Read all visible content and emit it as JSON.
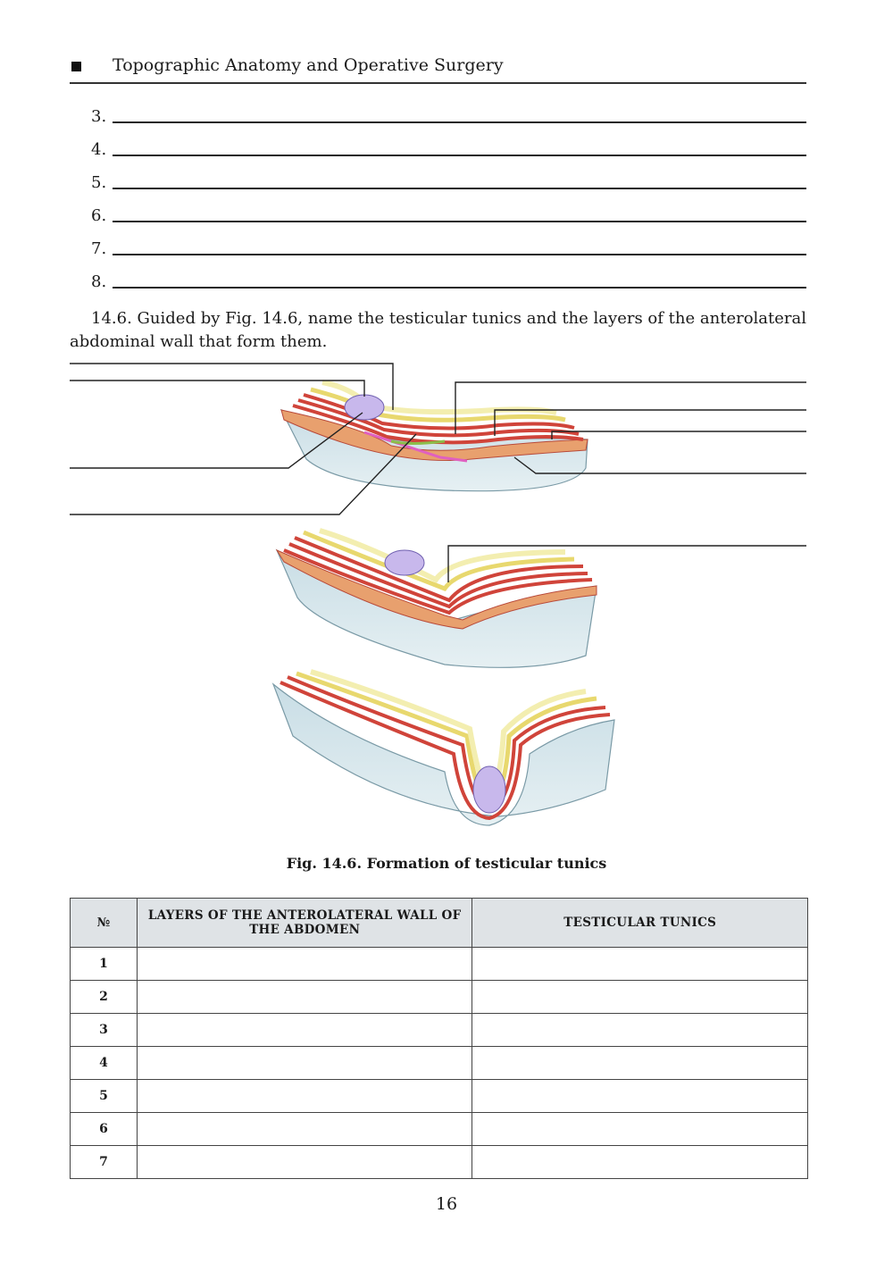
{
  "header": {
    "title": "Topographic Anatomy and Operative Surgery"
  },
  "answer_lines": [
    "3.",
    "4.",
    "5.",
    "6.",
    "7.",
    "8."
  ],
  "task": {
    "text": "14.6. Guided by Fig. 14.6, name the testicular tunics and the layers of the anterolateral abdominal wall that form them."
  },
  "figure": {
    "caption": "Fig. 14.6. Formation of testicular tunics"
  },
  "table": {
    "headers": [
      "№",
      "LAYERS OF THE ANTEROLATERAL WALL OF THE ABDOMEN",
      "TESTICULAR TUNICS"
    ],
    "rows": [
      [
        "1",
        "",
        ""
      ],
      [
        "2",
        "",
        ""
      ],
      [
        "3",
        "",
        ""
      ],
      [
        "4",
        "",
        ""
      ],
      [
        "5",
        "",
        ""
      ],
      [
        "6",
        "",
        ""
      ],
      [
        "7",
        "",
        ""
      ]
    ]
  },
  "page": {
    "number": "16"
  }
}
